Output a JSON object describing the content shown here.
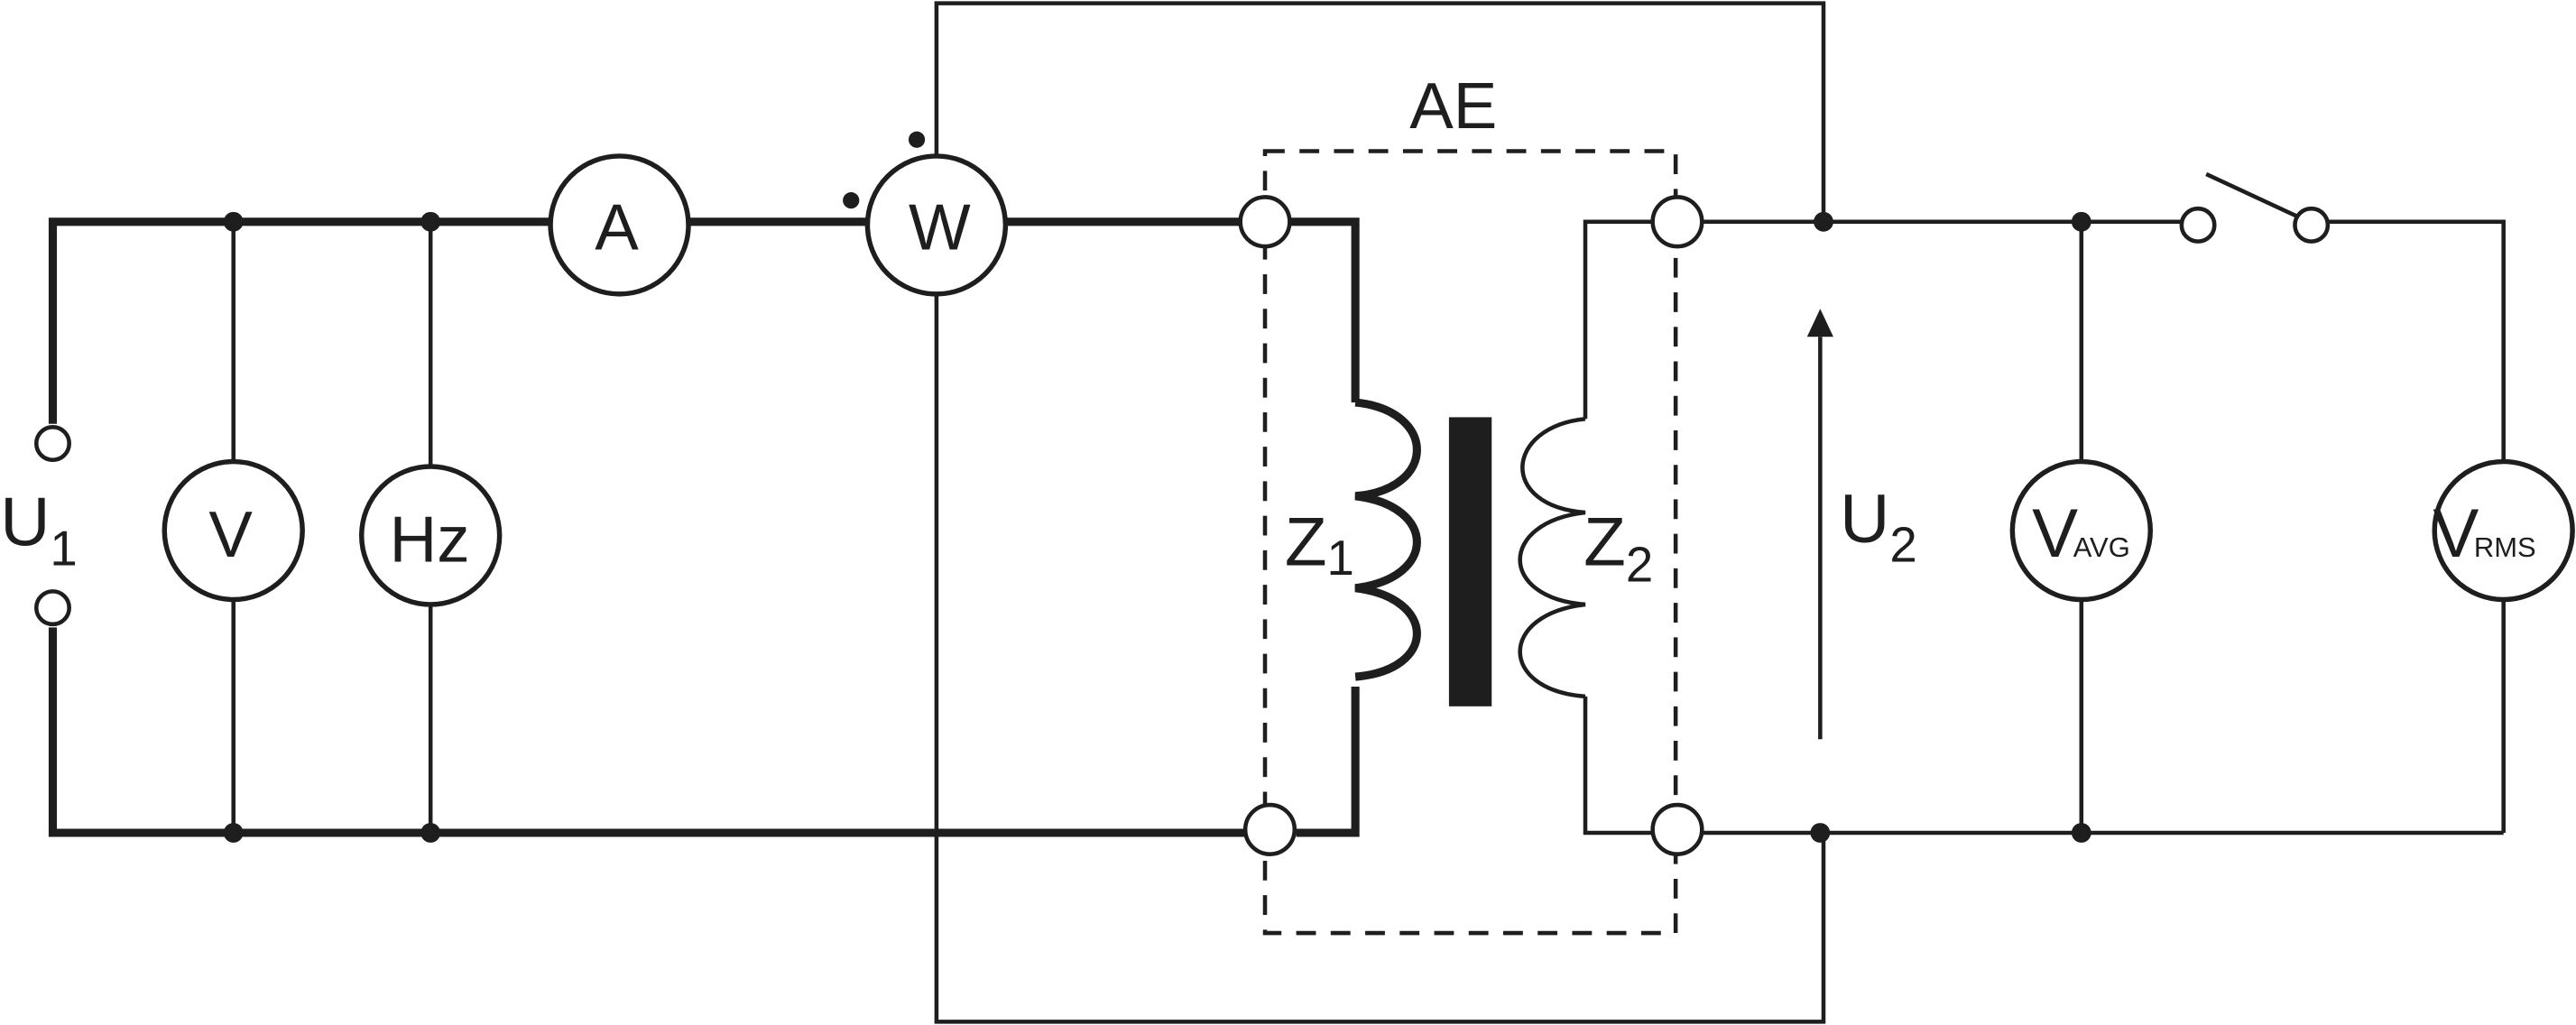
{
  "labels": {
    "ae": "AE",
    "u1": "U",
    "u1_sub": "1",
    "u2": "U",
    "u2_sub": "2",
    "z1": "Z",
    "z1_sub": "1",
    "z2": "Z",
    "z2_sub": "2"
  },
  "meters": {
    "ammeter": "A",
    "wattmeter": "W",
    "voltmeter": "V",
    "frequency": "Hz",
    "v_avg": "V",
    "v_avg_sub": "AVG",
    "v_rms": "V",
    "v_rms_sub": "RMS"
  },
  "colors": {
    "ink": "#1e1e1e",
    "background": "#ffffff"
  }
}
